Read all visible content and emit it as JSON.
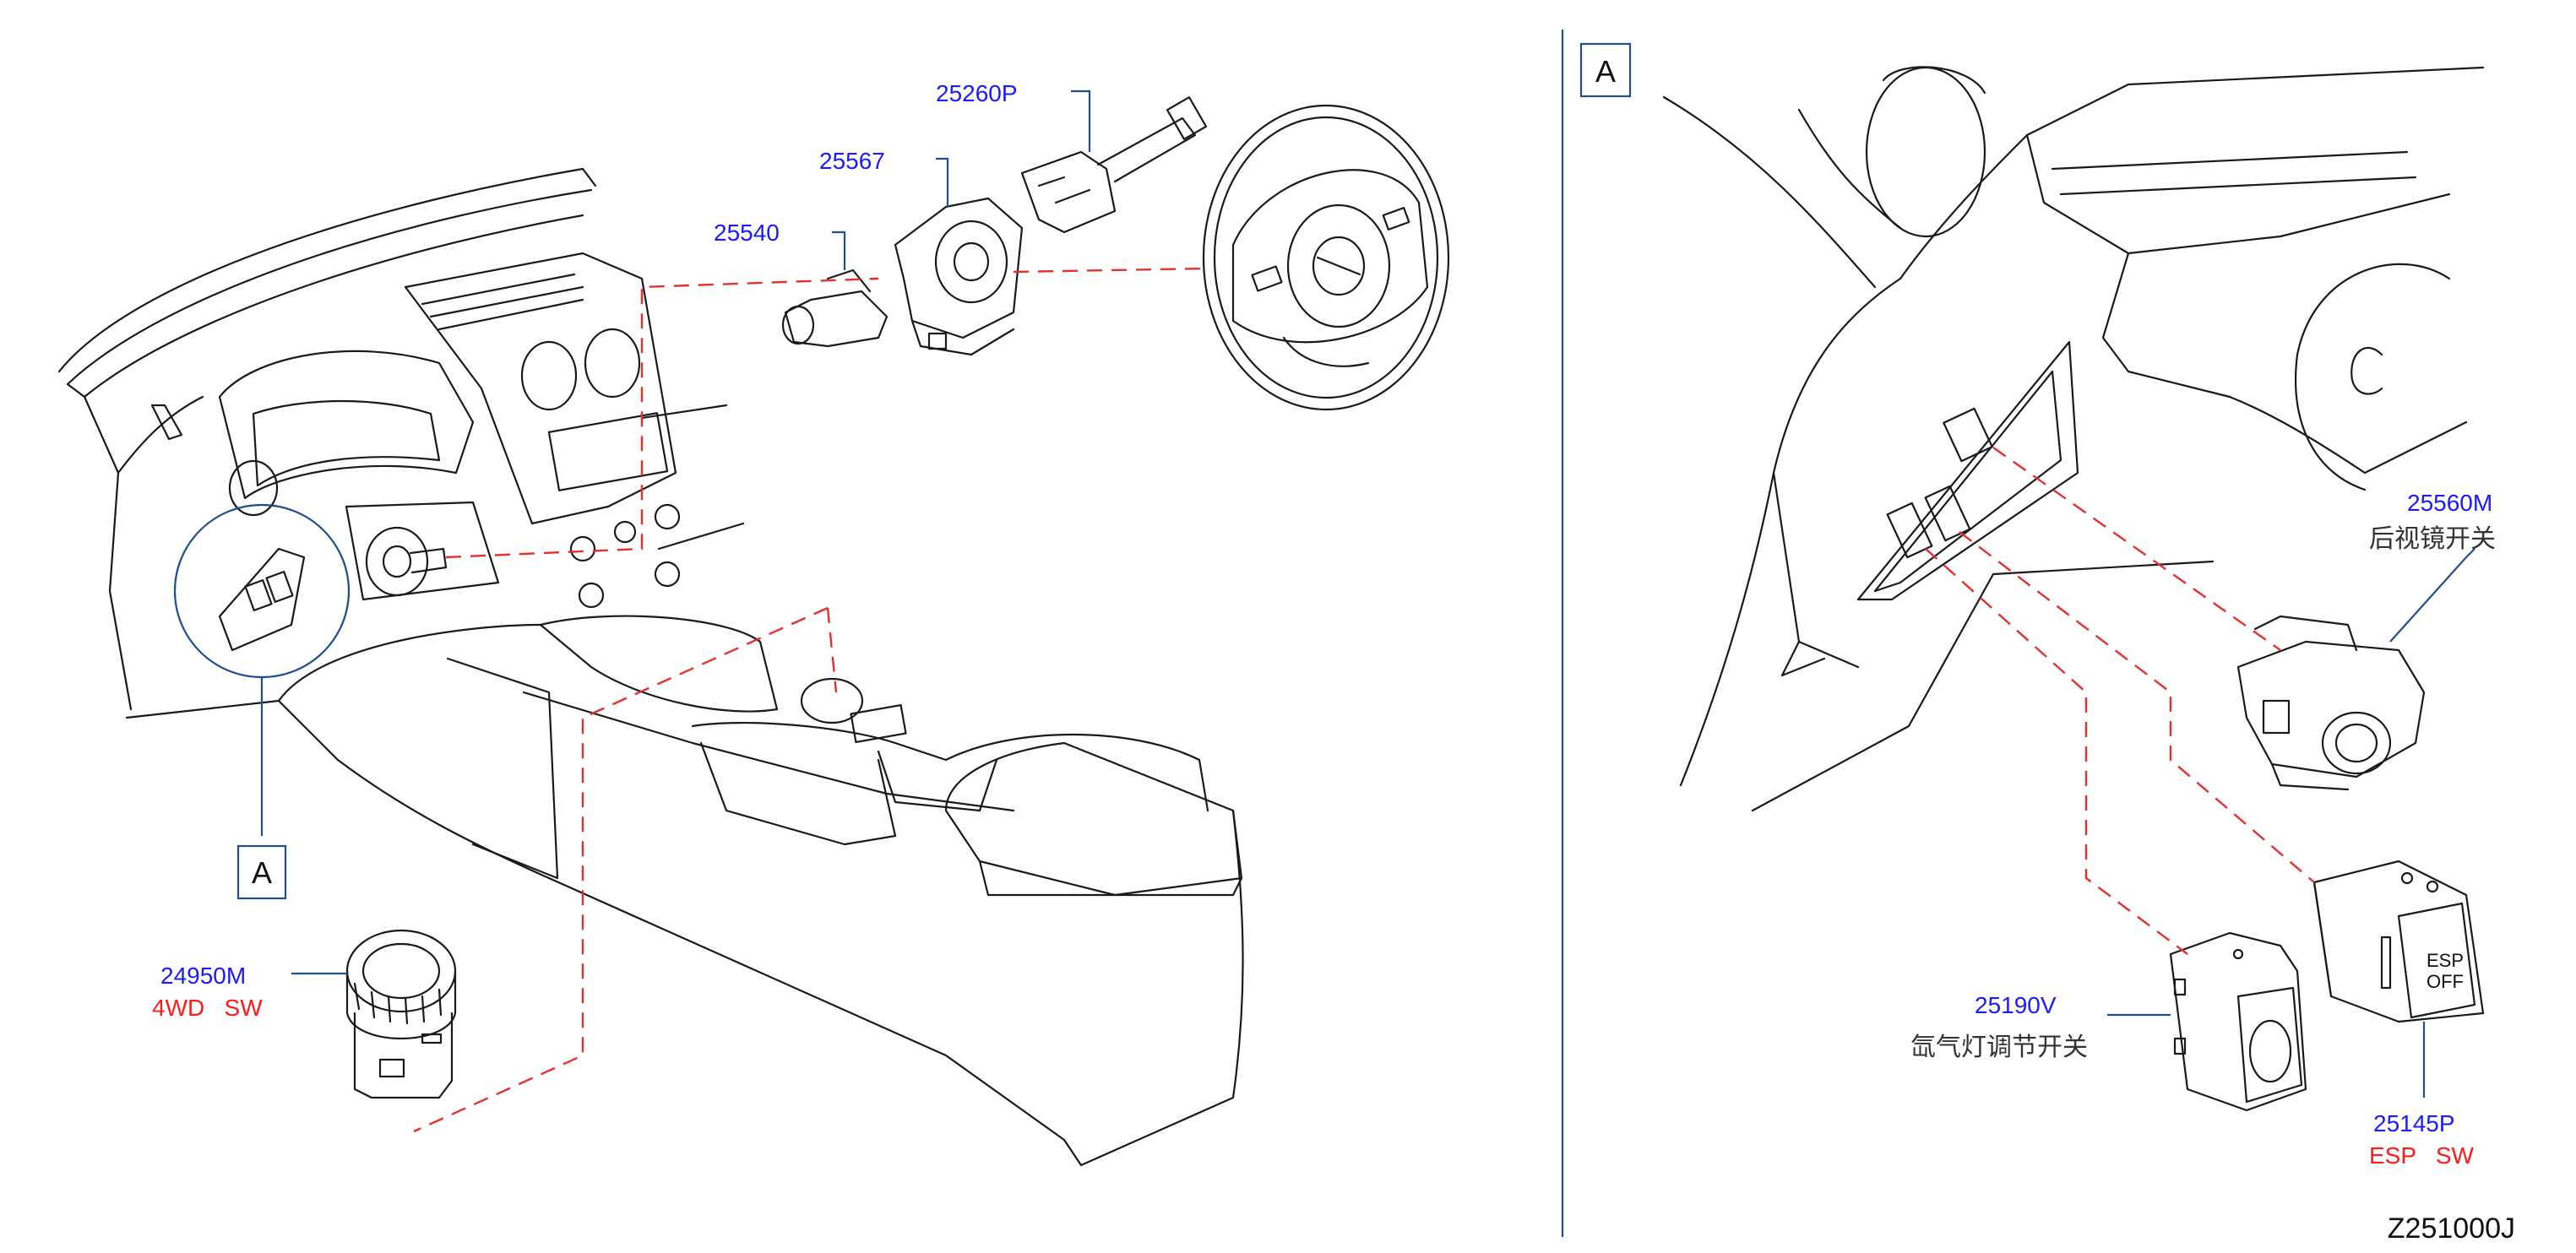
{
  "colors": {
    "part_number": "#1a1aff",
    "switch_name": "#ff1a1a",
    "leader": "#1f4f8f",
    "dashed_connector": "#e53030",
    "linework": "#1a1a1a",
    "callout_text": "#111111",
    "chinese_desc": "#333333"
  },
  "callouts": [
    {
      "number": "25260P",
      "desc": "",
      "name": ""
    },
    {
      "number": "25567",
      "desc": "",
      "name": ""
    },
    {
      "number": "25540",
      "desc": "",
      "name": ""
    },
    {
      "number": "24950M",
      "desc": "",
      "name": "4WD   SW"
    },
    {
      "number": "25560M",
      "desc": "后视镜开关",
      "name": ""
    },
    {
      "number": "25190V",
      "desc": "氙气灯调节开关",
      "name": ""
    },
    {
      "number": "25145P",
      "desc": "",
      "name": "ESP   SW"
    }
  ],
  "detail_label": "A",
  "esp_button_text": [
    "ESP",
    "OFF"
  ],
  "drawing_code": "Z251000J"
}
